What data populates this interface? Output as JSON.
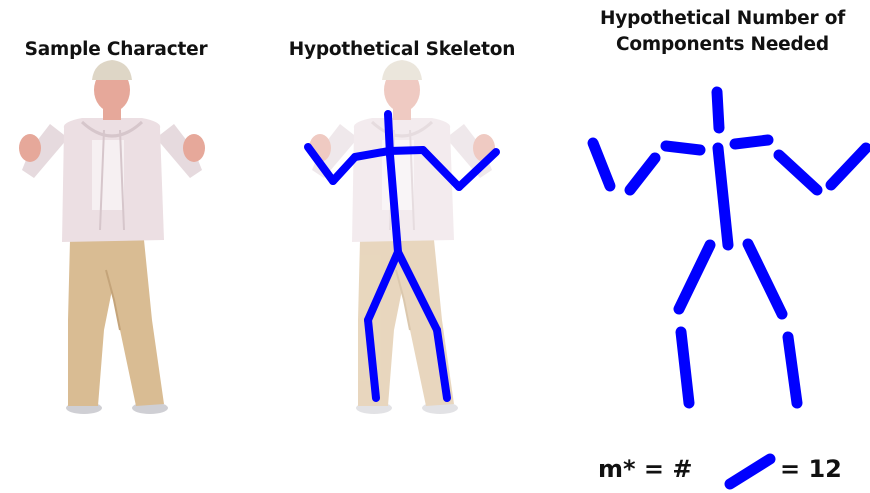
{
  "titles": {
    "sample": "Sample Character",
    "skeleton": "Hypothetical Skeleton",
    "components_line1": "Hypothetical Number of",
    "components_line2": "Components Needed"
  },
  "equation": {
    "left": "m* = #",
    "right": "= 12",
    "component_count": 12
  },
  "colors": {
    "stroke": "#0000ff",
    "skin": "#e6a89a",
    "hoodie": "#ecdfe3",
    "pants": "#d9bc93"
  }
}
